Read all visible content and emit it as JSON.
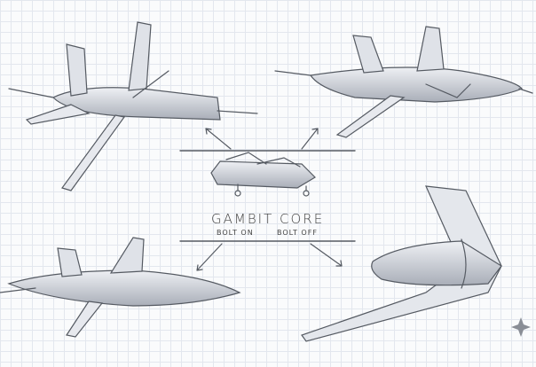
{
  "title": "GAMBIT CORE",
  "options": [
    "BOLT ON",
    "BOLT OFF"
  ],
  "colors": {
    "pencil": "#555a62",
    "shade": "#9aa0aa",
    "grid": "#e3e7ee"
  }
}
